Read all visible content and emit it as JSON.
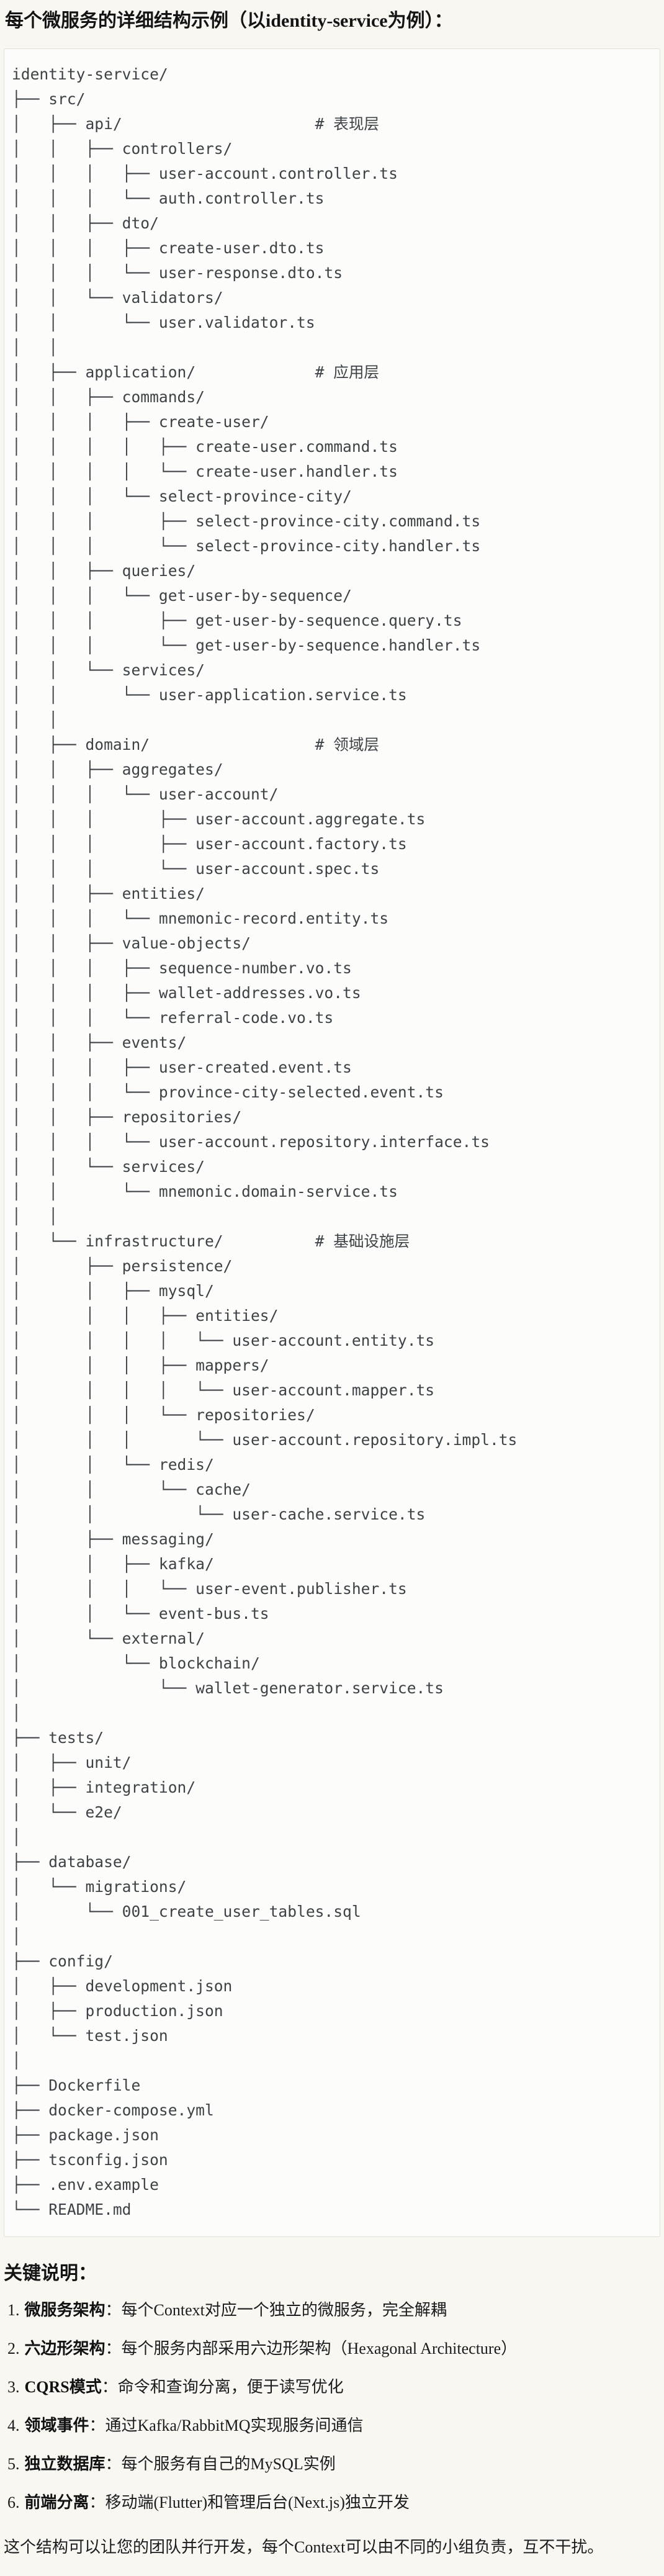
{
  "title": "每个微服务的详细结构示例（以identity-service为例）：",
  "tree": {
    "lines": [
      "identity-service/",
      "├── src/",
      "│   ├── api/                     # 表现层",
      "│   │   ├── controllers/",
      "│   │   │   ├── user-account.controller.ts",
      "│   │   │   └── auth.controller.ts",
      "│   │   ├── dto/",
      "│   │   │   ├── create-user.dto.ts",
      "│   │   │   └── user-response.dto.ts",
      "│   │   └── validators/",
      "│   │       └── user.validator.ts",
      "│   │",
      "│   ├── application/             # 应用层",
      "│   │   ├── commands/",
      "│   │   │   ├── create-user/",
      "│   │   │   │   ├── create-user.command.ts",
      "│   │   │   │   └── create-user.handler.ts",
      "│   │   │   └── select-province-city/",
      "│   │   │       ├── select-province-city.command.ts",
      "│   │   │       └── select-province-city.handler.ts",
      "│   │   ├── queries/",
      "│   │   │   └── get-user-by-sequence/",
      "│   │   │       ├── get-user-by-sequence.query.ts",
      "│   │   │       └── get-user-by-sequence.handler.ts",
      "│   │   └── services/",
      "│   │       └── user-application.service.ts",
      "│   │",
      "│   ├── domain/                  # 领域层",
      "│   │   ├── aggregates/",
      "│   │   │   └── user-account/",
      "│   │   │       ├── user-account.aggregate.ts",
      "│   │   │       ├── user-account.factory.ts",
      "│   │   │       └── user-account.spec.ts",
      "│   │   ├── entities/",
      "│   │   │   └── mnemonic-record.entity.ts",
      "│   │   ├── value-objects/",
      "│   │   │   ├── sequence-number.vo.ts",
      "│   │   │   ├── wallet-addresses.vo.ts",
      "│   │   │   └── referral-code.vo.ts",
      "│   │   ├── events/",
      "│   │   │   ├── user-created.event.ts",
      "│   │   │   └── province-city-selected.event.ts",
      "│   │   ├── repositories/",
      "│   │   │   └── user-account.repository.interface.ts",
      "│   │   └── services/",
      "│   │       └── mnemonic.domain-service.ts",
      "│   │",
      "│   └── infrastructure/          # 基础设施层",
      "│       ├── persistence/",
      "│       │   ├── mysql/",
      "│       │   │   ├── entities/",
      "│       │   │   │   └── user-account.entity.ts",
      "│       │   │   ├── mappers/",
      "│       │   │   │   └── user-account.mapper.ts",
      "│       │   │   └── repositories/",
      "│       │   │       └── user-account.repository.impl.ts",
      "│       │   └── redis/",
      "│       │       └── cache/",
      "│       │           └── user-cache.service.ts",
      "│       ├── messaging/",
      "│       │   ├── kafka/",
      "│       │   │   └── user-event.publisher.ts",
      "│       │   └── event-bus.ts",
      "│       └── external/",
      "│           └── blockchain/",
      "│               └── wallet-generator.service.ts",
      "│",
      "├── tests/",
      "│   ├── unit/",
      "│   ├── integration/",
      "│   └── e2e/",
      "│",
      "├── database/",
      "│   └── migrations/",
      "│       └── 001_create_user_tables.sql",
      "│",
      "├── config/",
      "│   ├── development.json",
      "│   ├── production.json",
      "│   └── test.json",
      "│",
      "├── Dockerfile",
      "├── docker-compose.yml",
      "├── package.json",
      "├── tsconfig.json",
      "├── .env.example",
      "└── README.md"
    ]
  },
  "notes": {
    "heading": "关键说明：",
    "items": [
      {
        "num": "1.",
        "label": "微服务架构",
        "text": "：每个Context对应一个独立的微服务，完全解耦"
      },
      {
        "num": "2.",
        "label": "六边形架构",
        "text": "：每个服务内部采用六边形架构（Hexagonal Architecture）"
      },
      {
        "num": "3.",
        "label": "CQRS模式",
        "text": "：命令和查询分离，便于读写优化"
      },
      {
        "num": "4.",
        "label": "领域事件",
        "text": "：通过Kafka/RabbitMQ实现服务间通信"
      },
      {
        "num": "5.",
        "label": "独立数据库",
        "text": "：每个服务有自己的MySQL实例"
      },
      {
        "num": "6.",
        "label": "前端分离",
        "text": "：移动端(Flutter)和管理后台(Next.js)独立开发"
      }
    ]
  },
  "closing": "这个结构可以让您的团队并行开发，每个Context可以由不同的小组负责，互不干扰。",
  "colors": {
    "page_bg": "#f8f7f2",
    "code_bg": "#fcfcfa",
    "code_border": "#e1dfd9",
    "code_text": "#3d4247",
    "body_text": "#1c1c1e"
  }
}
